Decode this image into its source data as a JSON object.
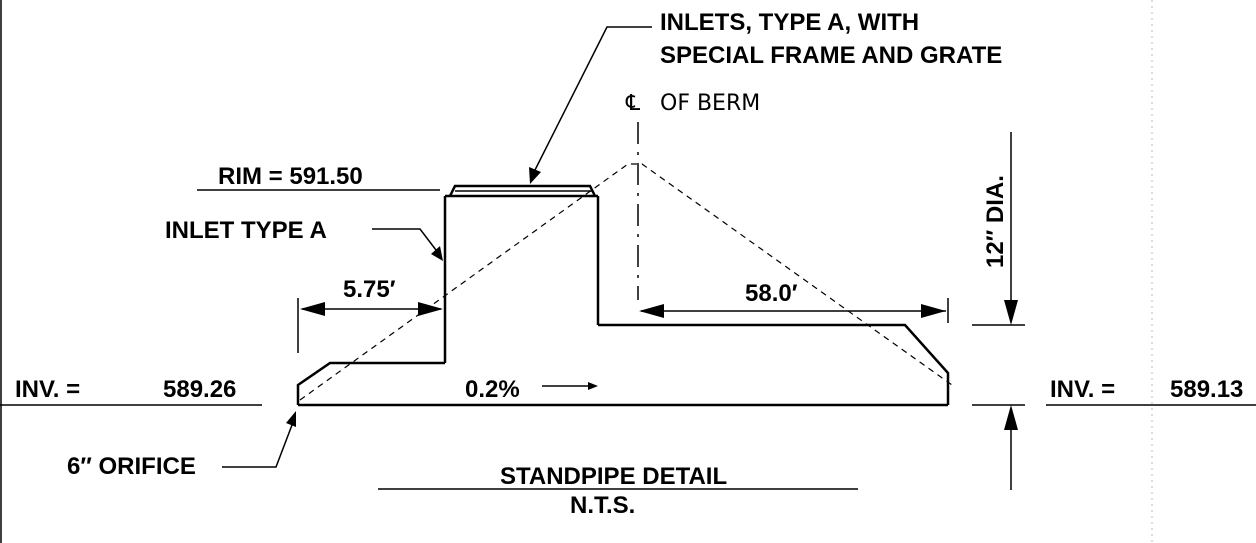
{
  "labels": {
    "inlets_line1": "INLETS, TYPE  A, WITH",
    "inlets_line2": "SPECIAL FRAME  AND  GRATE",
    "centerline_symbol": "℄",
    "centerline_text": "OF  BERM",
    "rim": "RIM    =    591.50",
    "inlet_type": "INLET  TYPE  A",
    "dim_left": "5.75′",
    "dim_right": "58.0′",
    "dia": "12″ DIA.",
    "inv_left_label": "INV.  =",
    "inv_left_value": "589.26",
    "slope": "0.2%",
    "inv_right_label": "INV.  =",
    "inv_right_value": "589.13",
    "orifice": "6″  ORIFICE",
    "title": "STANDPIPE  DETAIL",
    "subtitle": "N.T.S."
  }
}
